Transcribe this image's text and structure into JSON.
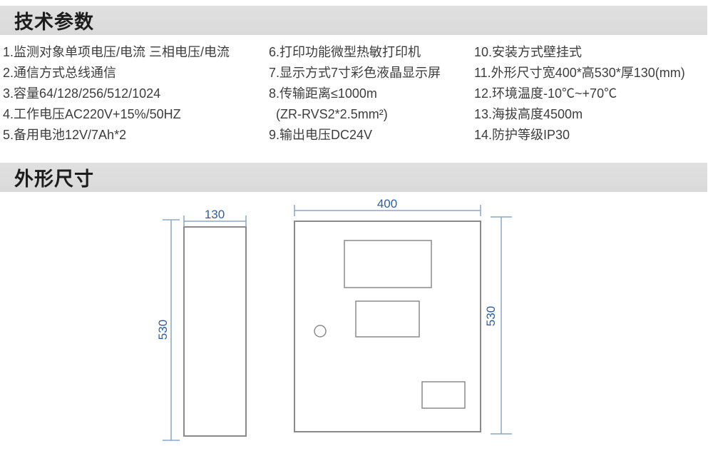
{
  "sections": {
    "tech_params": {
      "title": "技术参数",
      "columns": [
        {
          "lines": [
            "1.监测对象单项电压/电流 三相电压/电流",
            "2.通信方式总线通信",
            "3.容量64/128/256/512/1024",
            "4.工作电压AC220V+15%/50HZ",
            "5.备用电池12V/7Ah*2"
          ]
        },
        {
          "lines": [
            "6.打印功能微型热敏打印机",
            "7.显示方式7寸彩色液晶显示屏",
            "8.传输距离≤1000m",
            "(ZR-RVS2*2.5mm²)",
            "9.输出电压DC24V"
          ]
        },
        {
          "lines": [
            "10.安装方式壁挂式",
            "11.外形尺寸宽400*高530*厚130(mm)",
            "12.环境温度-10℃~+70℃",
            "13.海拔高度4500m",
            "14.防护等级IP30"
          ]
        }
      ]
    },
    "dimensions": {
      "title": "外形尺寸",
      "side_view": {
        "width_label": "130",
        "height_label": "530"
      },
      "front_view": {
        "width_label": "400",
        "height_label": "530"
      }
    }
  },
  "colors": {
    "header_bar": "#dcdcdc",
    "header_text": "#1c1c1c",
    "body_text": "#3d3d3d",
    "dim_line": "#8ca6c9",
    "dim_text": "#2b5fa5",
    "drawing_stroke": "#8a8a8a"
  }
}
